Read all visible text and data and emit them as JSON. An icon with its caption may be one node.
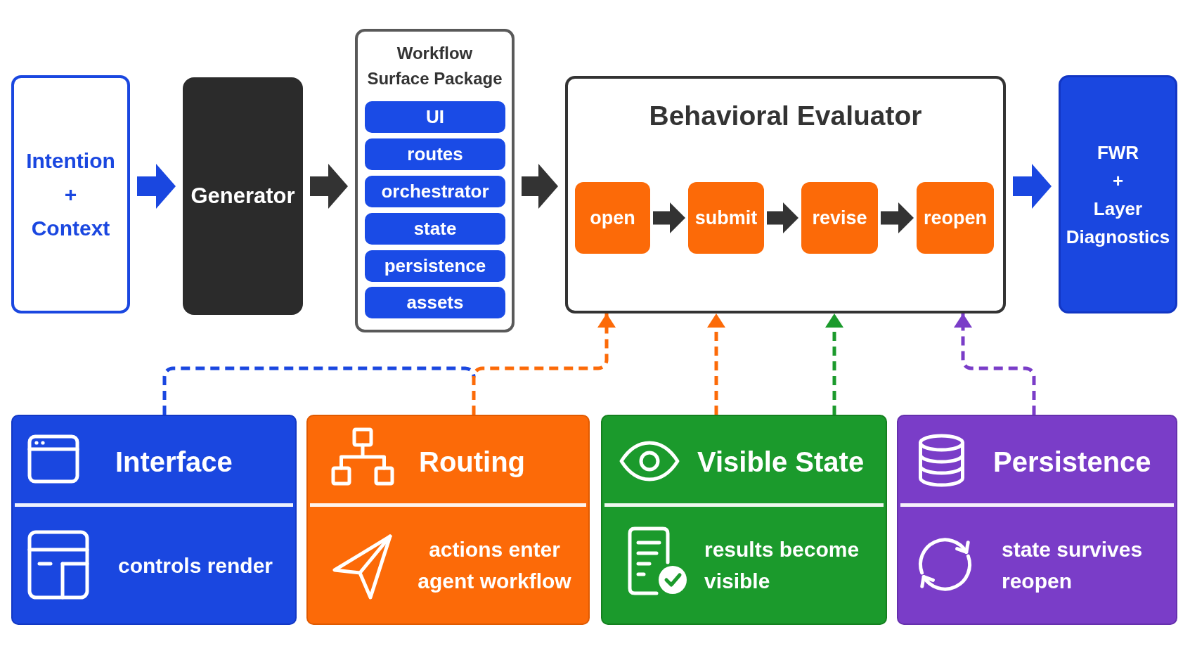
{
  "diagram": {
    "nodes": [
      {
        "text": [
          "Intention + Context"
        ]
      },
      {
        "text": [
          "Generator"
        ]
      },
      {
        "text": [
          "Workflow Surface Package"
        ]
      },
      {
        "text": [
          "UI"
        ],
        "in": 2
      },
      {
        "text": [
          "routes"
        ],
        "in": 2
      },
      {
        "text": [
          "orchestrator"
        ],
        "in": 2
      },
      {
        "text": [
          "state"
        ],
        "in": 2
      },
      {
        "text": [
          "persistence"
        ],
        "in": 2
      },
      {
        "text": [
          "assets"
        ],
        "in": 2
      },
      {
        "text": [
          "Behavioral Evaluator"
        ]
      },
      {
        "text": [
          "open"
        ],
        "in": 9
      },
      {
        "text": [
          "submit"
        ],
        "in": 9
      },
      {
        "text": [
          "revise"
        ],
        "in": 9
      },
      {
        "text": [
          "reopen"
        ],
        "in": 9
      },
      {
        "text": [
          "FWR + Layer Diagnostics"
        ]
      },
      {
        "text": [
          "Interface",
          "controls render"
        ]
      },
      {
        "text": [
          "Routing",
          "actions enter agent workflow"
        ]
      },
      {
        "text": [
          "Visible State",
          "results become visible"
        ]
      },
      {
        "text": [
          "Persistence",
          "state survives reopen"
        ]
      }
    ],
    "edges": [
      {
        "from": 0,
        "to": 1,
        "arrow": "to",
        "color": "#1a47e0"
      },
      {
        "from": 1,
        "to": 2,
        "arrow": "to"
      },
      {
        "from": 2,
        "to": 9,
        "arrow": "to"
      },
      {
        "from": 10,
        "to": 11,
        "arrow": "to"
      },
      {
        "from": 11,
        "to": 12,
        "arrow": "to"
      },
      {
        "from": 12,
        "to": 13,
        "arrow": "to"
      },
      {
        "from": 9,
        "to": 14,
        "arrow": "to",
        "color": "#1a47e0"
      },
      {
        "from": 15,
        "to": 9,
        "arrow": "to",
        "style": "dashed",
        "color": "#1a47e0"
      },
      {
        "from": 16,
        "to": 9,
        "arrow": "to",
        "style": "dashed",
        "color": "#fc6a08"
      },
      {
        "from": 17,
        "to": 9,
        "arrow": "to",
        "style": "dashed",
        "color": "#fc6a08"
      },
      {
        "from": 17,
        "to": 9,
        "arrow": "to",
        "style": "dashed",
        "color": "#1b9a2c"
      },
      {
        "from": 18,
        "to": 9,
        "arrow": "to",
        "style": "dashed",
        "color": "#7a3dc8"
      }
    ]
  }
}
